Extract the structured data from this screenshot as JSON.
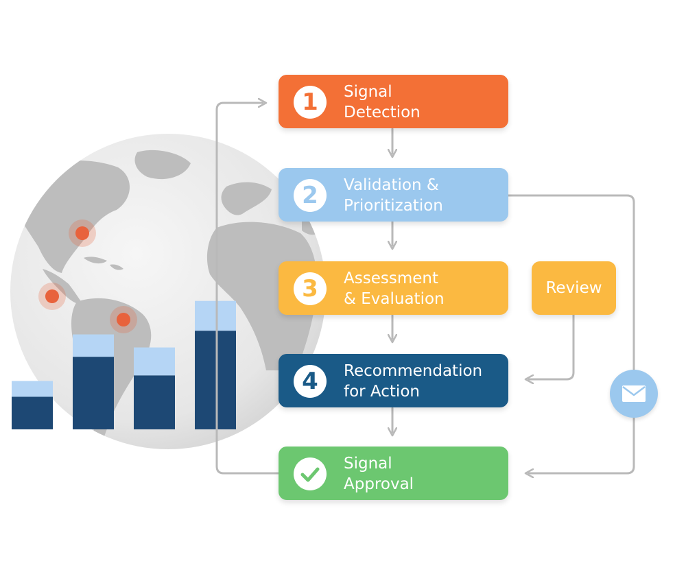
{
  "steps": [
    {
      "number": "1",
      "line1": "Signal",
      "line2": "Detection",
      "color": "#F37036",
      "badge_color": "#F37036",
      "badge_type": "number"
    },
    {
      "number": "2",
      "line1": "Validation &",
      "line2": "Prioritization",
      "color": "#9BC8EE",
      "badge_color": "#9BC8EE",
      "badge_type": "number"
    },
    {
      "number": "3",
      "line1": "Assessment",
      "line2": "& Evaluation",
      "color": "#FBB941",
      "badge_color": "#FBB941",
      "badge_type": "number"
    },
    {
      "number": "4",
      "line1": "Recommendation",
      "line2": "for Action",
      "color": "#1A5A87",
      "badge_color": "#1A5A87",
      "badge_type": "number"
    },
    {
      "number": "",
      "line1": "Signal",
      "line2": "Approval",
      "color": "#6CC770",
      "badge_color": "#6CC770",
      "badge_type": "check-icon"
    }
  ],
  "review": {
    "label": "Review",
    "color": "#FBB941"
  },
  "mail": {
    "icon": "envelope-icon",
    "color": "#9BC8EE"
  },
  "colors": {
    "connector": "#B9B9B9",
    "globe_ocean": "#EAEAEA",
    "globe_land": "#BDBDBD",
    "marker": "#E8623C",
    "bar_dark": "#1D4874",
    "bar_light": "#B5D5F5"
  },
  "chart_data": {
    "type": "bar",
    "categories": [
      "",
      "",
      "",
      ""
    ],
    "series": [
      {
        "values": [
          35,
          78,
          58,
          106
        ]
      },
      {
        "values": [
          17,
          24,
          30,
          32
        ]
      }
    ],
    "stacked": true,
    "ylim": [
      0,
      140
    ],
    "title": "",
    "xlabel": "",
    "ylabel": "",
    "axes": "none",
    "grid": false,
    "legend": "none"
  }
}
